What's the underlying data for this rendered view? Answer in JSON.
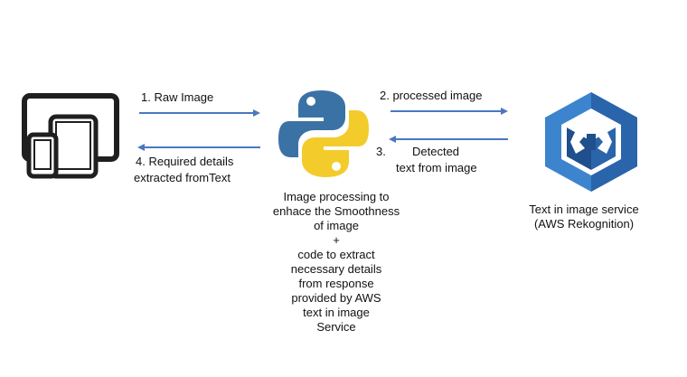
{
  "colors": {
    "arrow": "#4a78c0",
    "device": "#1f1f1f",
    "python_blue": "#3b72a6",
    "python_yellow": "#f3cc2b",
    "aws_light": "#3d84cf",
    "aws_dark": "#1f4f8c"
  },
  "icons": {
    "devices": "devices-icon",
    "python": "python-logo-icon",
    "rekognition": "aws-rekognition-icon"
  },
  "flow": {
    "step1": "1. Raw Image",
    "step2": "2. processed image",
    "step3_num": "3.",
    "step3_line1": "Detected",
    "step3_line2": "text from image",
    "step4_line1": "4. Required details",
    "step4_line2": "extracted fromText"
  },
  "python_description": [
    "Image processing to",
    "enhace the Smoothness",
    "of image",
    "+",
    "code to extract",
    "necessary details",
    "from response",
    "provided by AWS",
    "text in image",
    "Service"
  ],
  "aws_caption": {
    "line1": "Text in image service",
    "line2": "(AWS Rekognition)"
  }
}
